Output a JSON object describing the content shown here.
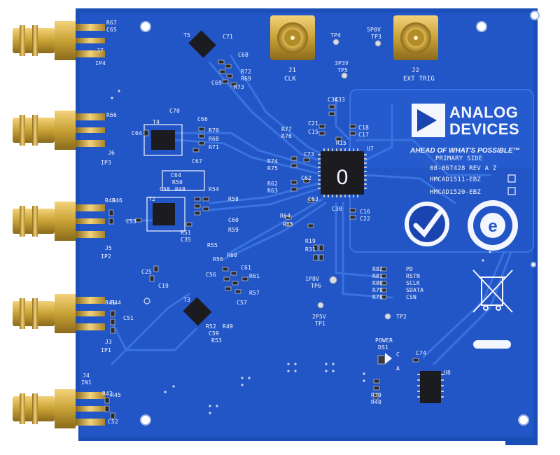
{
  "board": {
    "colors": {
      "substrate": "#1a4fb8",
      "mask": "#2256c6",
      "trace": "#2f68d8",
      "silk": "#f4f6ff",
      "gold": "#c9a235",
      "chip": "#1c1c20"
    },
    "logo": {
      "line1": "ANALOG",
      "line2": "DEVICES",
      "tagline": "AHEAD OF WHAT'S POSSIBLE™"
    },
    "side": "PRIMARY SIDE",
    "part_number": "08-067428  REV A Z",
    "variants": [
      "HMCAD1511-EBZ",
      "HMCAD1520-EBZ"
    ],
    "main_ic": {
      "ref": "U7",
      "marking": "0"
    },
    "connectors": {
      "j7": {
        "ref": "J7",
        "net": "IP4"
      },
      "j6": {
        "ref": "J6",
        "net": "IP3"
      },
      "j5": {
        "ref": "J5",
        "net": "IP2"
      },
      "j3": {
        "ref": "J3",
        "net": "IP1"
      },
      "j4": {
        "ref": "J4",
        "net": "IN1"
      },
      "j1": {
        "ref": "J1",
        "net": "CLK"
      },
      "j2": {
        "ref": "J2",
        "net": "EXT TRIG"
      }
    },
    "testpoints": {
      "tp4": "TP4",
      "tp3": "TP3",
      "tp3_net": "5P0V",
      "tp5": "TP5",
      "tp5_net": "3P3V",
      "tp6": "TP6",
      "tp6_net": "1P8V",
      "tp1": "TP1",
      "tp1_net": "2P5V",
      "tp2": "TP2"
    },
    "power": {
      "label": "POWER",
      "ref": "DS1",
      "c": "C",
      "a": "A"
    },
    "u8": "U8",
    "c74": "C74",
    "spi_pins": [
      {
        "ref": "R82",
        "net": "PD"
      },
      {
        "ref": "R81",
        "net": "RSTN"
      },
      {
        "ref": "R80",
        "net": "SCLK"
      },
      {
        "ref": "R79",
        "net": "SDATA"
      },
      {
        "ref": "R78",
        "net": "CSN"
      }
    ],
    "labels": {
      "r67": "R67",
      "c65": "C65",
      "t5": "T5",
      "c71": "C71",
      "c68": "C68",
      "r72": "R72",
      "r69": "R69",
      "r73": "R73",
      "c69": "C69",
      "r66": "R66",
      "c70": "C70",
      "c66": "C66",
      "c64": "C64",
      "t4": "T4",
      "r70": "R70",
      "r68": "R68",
      "r71": "R71",
      "c67": "C67",
      "c21": "C21",
      "c15": "C15",
      "r77": "R77",
      "r76": "R76",
      "c34": "C34",
      "c33": "C33",
      "r15": "R15",
      "c18": "C18",
      "c17": "C17",
      "c64b": "C64",
      "r50": "R50",
      "c58": "C58",
      "r48": "R48",
      "t2": "T2",
      "r54": "R54",
      "r58": "R58",
      "r59": "R59",
      "c60": "C60",
      "r51": "R51",
      "c35": "C35",
      "r43": "R43",
      "r46": "R46",
      "c53": "C53",
      "r74": "R74",
      "r75": "R75",
      "c73": "C73",
      "r62": "R62",
      "r63": "R63",
      "c62": "C62",
      "r64": "R64",
      "r65": "R65",
      "c63": "C63",
      "c30": "C30",
      "c16": "C16",
      "c22": "C22",
      "r19": "R19",
      "r31": "R31",
      "r55": "R55",
      "r60": "R60",
      "r56": "R56",
      "c61": "C61",
      "r61": "R61",
      "r57": "R57",
      "c56": "C56",
      "c57": "C57",
      "c25": "C25",
      "c19": "C19",
      "t3": "T3",
      "r52": "R52",
      "c59": "C59",
      "r53": "R53",
      "r49": "R49",
      "r41": "R41",
      "r44": "R44",
      "c51": "C51",
      "r42": "R42",
      "r45": "R45",
      "c52": "C52",
      "r39": "R39",
      "r40": "R40"
    }
  }
}
